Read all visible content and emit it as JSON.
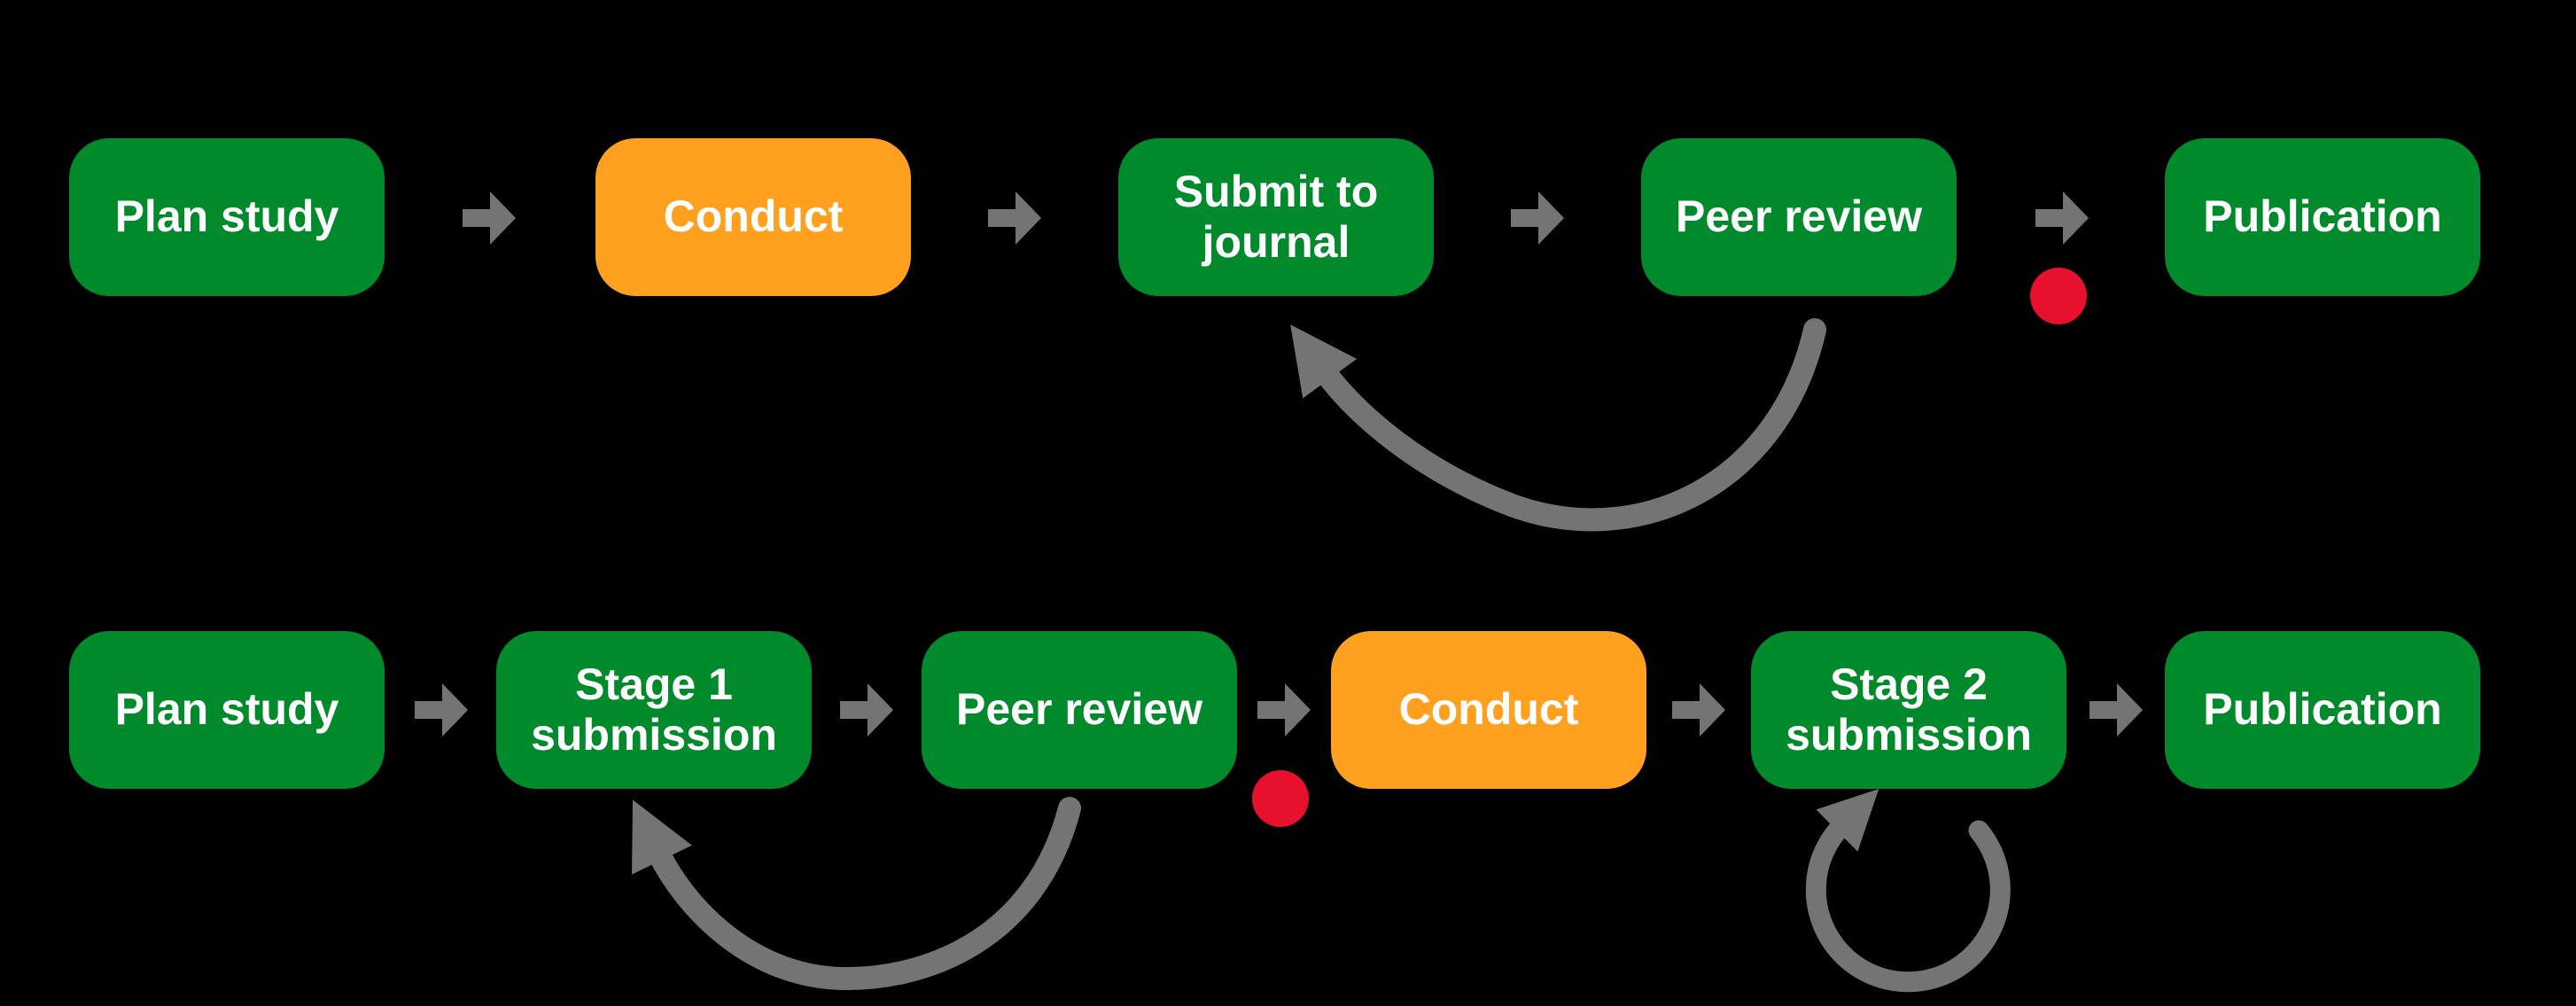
{
  "diagram": {
    "background_color": "#000000",
    "box_text_color": "#FFFFFF",
    "colors": {
      "completed_step_green": "#008A2B",
      "conduct_step_orange": "#FFA01E",
      "stop_dot_red": "#E8112D",
      "arrow_gray": "#747474"
    },
    "icons": {
      "flow_arrow": "right-block-arrow",
      "feedback_arrow": "curved-swoosh-arrow",
      "self_loop": "circular-loop-arrow",
      "stop_dot": "red-circle"
    }
  },
  "rows": [
    {
      "name": "standard-publication-workflow",
      "boxes": [
        {
          "label": "Plan study",
          "color": "green"
        },
        {
          "label": "Conduct",
          "color": "orange"
        },
        {
          "label": "Submit to journal",
          "color": "green"
        },
        {
          "label": "Peer review",
          "color": "green"
        },
        {
          "label": "Publication",
          "color": "green"
        }
      ],
      "red_dot_between": [
        "Peer review",
        "Publication"
      ],
      "feedback_arrow": {
        "from": "Peer review",
        "to": "Submit to journal"
      }
    },
    {
      "name": "registered-reports-workflow",
      "boxes": [
        {
          "label": "Plan study",
          "color": "green"
        },
        {
          "label": "Stage 1 submission",
          "color": "green"
        },
        {
          "label": "Peer review",
          "color": "green"
        },
        {
          "label": "Conduct",
          "color": "orange"
        },
        {
          "label": "Stage 2 submission",
          "color": "green"
        },
        {
          "label": "Publication",
          "color": "green"
        }
      ],
      "red_dot_between": [
        "Peer review",
        "Conduct"
      ],
      "feedback_arrow": {
        "from": "Peer review",
        "to": "Stage 1 submission"
      },
      "self_loop_on": "Stage 2 submission"
    }
  ]
}
